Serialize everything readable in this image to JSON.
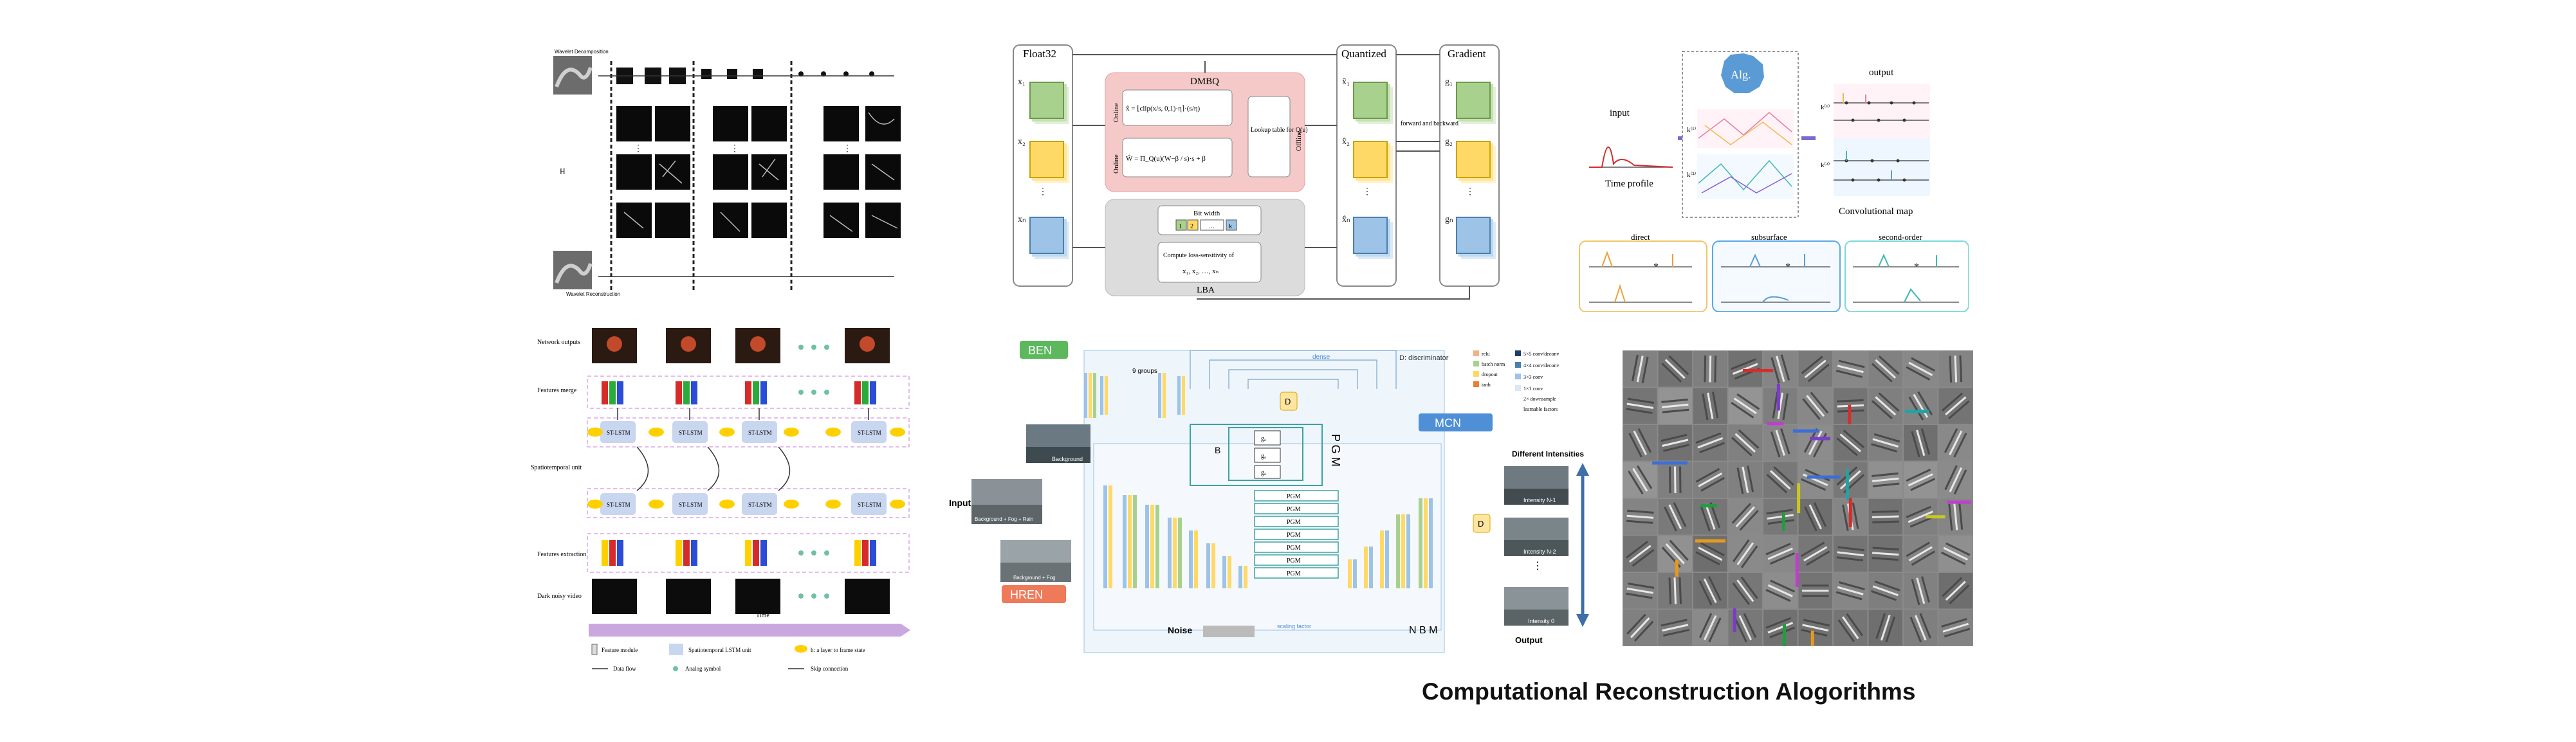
{
  "caption": "Computational Reconstruction Alogorithms",
  "panel_decomp": {
    "top_label": "Wavelet Decomposition",
    "bottom_label": "Wavelet Reconstruction",
    "side_label": "H"
  },
  "panel_dmbq": {
    "float_title": "Float32",
    "quantized_title": "Quantized",
    "gradient_title": "Gradient",
    "dmbq_title": "DMBQ",
    "online_label": "Online",
    "offline_label": "Offline",
    "formula_1": "x̂ = ⌊clip(x/s, 0,1)·η⌉·(s/η)",
    "formula_2": "Ŵ = Π_Q(u)(W−β / s)·s + β",
    "lookup_label": "Lookup table for Q(u)",
    "lba_title": "LBA",
    "bitwidth_label": "Bit width",
    "bitwidth_cells": [
      "1",
      "2",
      "…",
      "k"
    ],
    "compute_label": "Compute loss-sensitivity of",
    "compute_vars": "x₁, x₂, …, xₙ",
    "forward_label": "forward and backward",
    "x_labels": [
      "x₁",
      "x₂",
      "⋮",
      "xₙ"
    ],
    "xq_labels": [
      "x̂₁",
      "x̂₂",
      "⋮",
      "x̂ₙ"
    ],
    "g_labels": [
      "g₁",
      "g₂",
      "⋮",
      "gₙ"
    ]
  },
  "panel_alg": {
    "input_label": "input",
    "time_profile_label": "Time profile",
    "alg_label": "Alg.",
    "output_label": "output",
    "conv_map_label": "Convolutional map",
    "k_labels": [
      "k⁽¹⁾",
      "k⁽²⁾"
    ],
    "kout_labels": [
      "k⁽¹⁾",
      "k⁽²⁾"
    ],
    "box_titles": [
      "direct",
      "subsurface",
      "second-order"
    ],
    "box_colors": [
      "#f2c46a",
      "#5aa7e6",
      "#77d9d9"
    ]
  },
  "panel_lstm": {
    "row_labels": [
      "Network outputs",
      "Features merge",
      "Spatiotemporal unit",
      "Features extraction",
      "Dark noisy video"
    ],
    "cell_label": "ST-LSTM",
    "time_label": "Time",
    "legend": [
      "Feature module",
      "Spatiotemporal LSTM unit",
      "h: a layer to frame state",
      "Data flow",
      "Analog symbol",
      "Skip connection"
    ]
  },
  "panel_ben": {
    "ben_label": "BEN",
    "hren_label": "HREN",
    "mcn_label": "MCN",
    "pgm_side_label": "P G M",
    "nbm_label": "N B M",
    "b_label": "B",
    "g_labels": [
      "gₐ",
      "gₐ",
      "gₐ"
    ],
    "pgm_rows": [
      "PGM",
      "PGM",
      "PGM",
      "PGM",
      "PGM",
      "PGM",
      "PGM"
    ],
    "input_label": "Input",
    "bg_label": "Background",
    "bg_fog_rain_label": "Background + Fog + Rain",
    "bg_fog_label": "Background + Fog",
    "noise_label": "Noise",
    "scaling_label": "scaling factor",
    "d_label": "D",
    "d_discriminator_label": "D: discriminator",
    "dense_label": "dense",
    "groups_label": "9 groups",
    "different_intensities": "Different Intensities",
    "intensity_labels": [
      "Intensity N-1",
      "Intensity N-2",
      "Intensity 0"
    ],
    "output_label": "Output",
    "legend": [
      "relu",
      "batch norm",
      "dropout",
      "tanh"
    ],
    "legend_right": [
      "5×5 conv/deconv",
      "4×4 conv/deconv",
      "3×3 conv",
      "1×1 conv",
      "2× downsample",
      "learnable factors"
    ],
    "legend_colors": [
      "#f4b183",
      "#a9d18e",
      "#ffd966",
      "#ed7d31"
    ],
    "bar_colors": [
      "#9dc3e6",
      "#ffd966",
      "#a9d18e",
      "#f4b183"
    ]
  },
  "panel_gabor": {
    "grid_cols": 10,
    "grid_rows": 8,
    "stroke_colors": [
      "#3c6ed8",
      "#d82c2c",
      "#1f9e3c",
      "#c23ccf",
      "#e69a1c",
      "#7a3cc8",
      "#1fa4a4",
      "#c8c81f"
    ]
  }
}
